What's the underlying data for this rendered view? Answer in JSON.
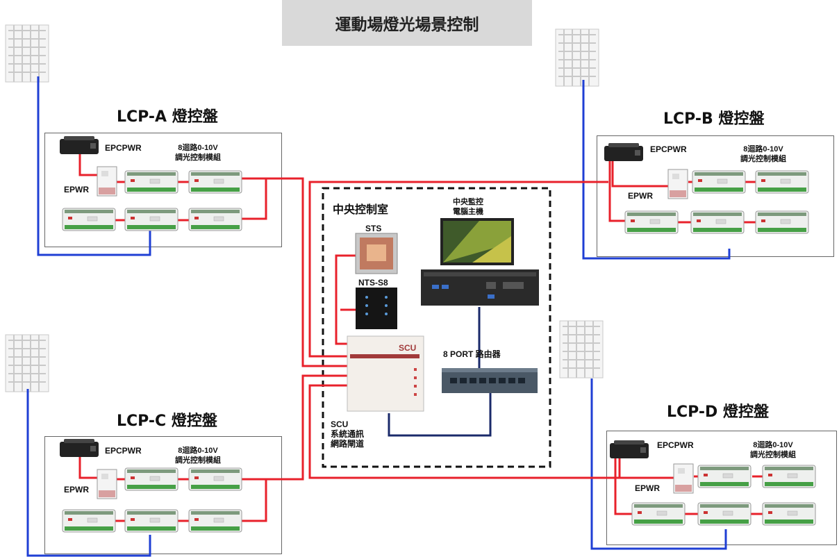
{
  "title": "運動場燈光場景控制",
  "panels": {
    "a": {
      "title": "LCP-A 燈控盤",
      "epcpwr": "EPCPWR",
      "epwr": "EPWR",
      "module_line1": "8迴路0-10V",
      "module_line2": "調光控制模組"
    },
    "b": {
      "title": "LCP-B 燈控盤",
      "epcpwr": "EPCPWR",
      "epwr": "EPWR",
      "module_line1": "8迴路0-10V",
      "module_line2": "調光控制模組"
    },
    "c": {
      "title": "LCP-C 燈控盤",
      "epcpwr": "EPCPWR",
      "epwr": "EPWR",
      "module_line1": "8迴路0-10V",
      "module_line2": "調光控制模組"
    },
    "d": {
      "title": "LCP-D 燈控盤",
      "epcpwr": "EPCPWR",
      "epwr": "EPWR",
      "module_line1": "8迴路0-10V",
      "module_line2": "調光控制模組"
    }
  },
  "central": {
    "title": "中央控制室",
    "sts": "STS",
    "nts": "NTS-S8",
    "monitor_line1": "中央監控",
    "monitor_line2": "電腦主機",
    "router": "8 PORT 路由器",
    "scu_label": "SCU",
    "scu_line1": "SCU",
    "scu_line2": "系統通訊",
    "scu_line3": "網路閘道"
  },
  "colors": {
    "wire_red": "#e8212b",
    "wire_blue": "#1f3fd4",
    "wire_navy": "#1a2a6a",
    "title_bg": "#d9d9d9"
  }
}
